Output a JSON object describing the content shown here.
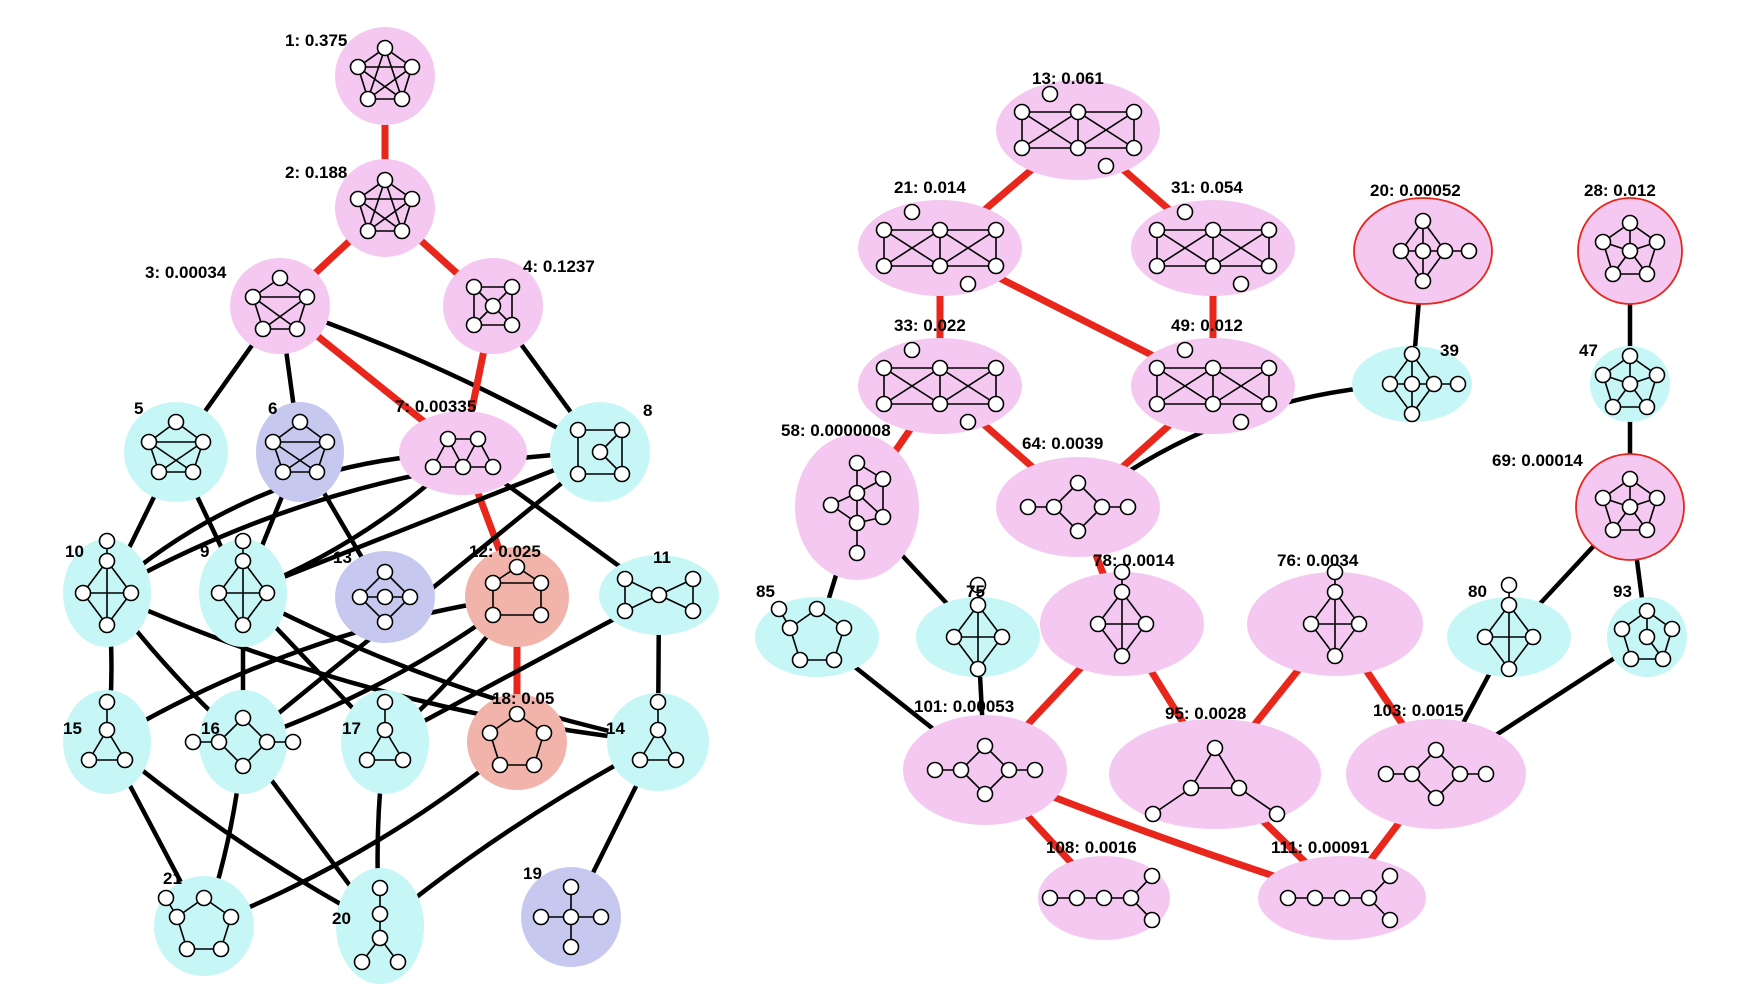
{
  "colors": {
    "pink": "#f4c8f0",
    "cyan": "#c6f6f6",
    "blue": "#c6c8f0",
    "salmon": "#f2b4aa",
    "red_edge": "#e8261b",
    "black_edge": "#000000",
    "red_outline": "#e8261b"
  },
  "left_graph": {
    "nodes": [
      {
        "id": "L1",
        "label": "1: 0.375",
        "fill": "pink",
        "icon": "k5-graph-icon"
      },
      {
        "id": "L2",
        "label": "2: 0.188",
        "fill": "pink",
        "icon": "k5-graph-icon"
      },
      {
        "id": "L3",
        "label": "3: 0.00034",
        "fill": "pink",
        "icon": "pentagon-chords-icon"
      },
      {
        "id": "L4",
        "label": "4: 0.1237",
        "fill": "pink",
        "icon": "square-hub-icon"
      },
      {
        "id": "L5",
        "label": "5",
        "fill": "cyan",
        "icon": "house-x-icon"
      },
      {
        "id": "L6",
        "label": "6",
        "fill": "blue",
        "icon": "house-x-icon"
      },
      {
        "id": "L7",
        "label": "7: 0.00335",
        "fill": "pink",
        "icon": "triangle-pair-icon"
      },
      {
        "id": "L8",
        "label": "8",
        "fill": "cyan",
        "icon": "square-diag-icon"
      },
      {
        "id": "L9",
        "label": "9",
        "fill": "cyan",
        "icon": "diamond-split-icon"
      },
      {
        "id": "L10",
        "label": "10",
        "fill": "cyan",
        "icon": "diamond-split-icon"
      },
      {
        "id": "L11",
        "label": "11",
        "fill": "cyan",
        "icon": "bowtie-icon"
      },
      {
        "id": "L12",
        "label": "12: 0.025",
        "fill": "salmon",
        "icon": "pentagon-chord-icon"
      },
      {
        "id": "L13",
        "label": "13",
        "fill": "blue",
        "icon": "diamond-center-icon"
      },
      {
        "id": "L14",
        "label": "14",
        "fill": "cyan",
        "icon": "triangle-tail-icon"
      },
      {
        "id": "L15",
        "label": "15",
        "fill": "cyan",
        "icon": "triangle-tail-icon"
      },
      {
        "id": "L16",
        "label": "16",
        "fill": "cyan",
        "icon": "diamond-tail-icon"
      },
      {
        "id": "L17",
        "label": "17",
        "fill": "cyan",
        "icon": "triangle-tail-icon"
      },
      {
        "id": "L18",
        "label": "18: 0.05",
        "fill": "salmon",
        "icon": "pentagon-icon"
      },
      {
        "id": "L19",
        "label": "19",
        "fill": "blue",
        "icon": "star-tree-icon"
      },
      {
        "id": "L20",
        "label": "20",
        "fill": "cyan",
        "icon": "tree-icon"
      },
      {
        "id": "L21",
        "label": "21",
        "fill": "cyan",
        "icon": "pentagon-tail-icon"
      }
    ],
    "edges": [
      [
        "L1",
        "L2",
        "red"
      ],
      [
        "L2",
        "L3",
        "red"
      ],
      [
        "L2",
        "L4",
        "red"
      ],
      [
        "L3",
        "L5",
        "black"
      ],
      [
        "L3",
        "L6",
        "black"
      ],
      [
        "L3",
        "L7",
        "red"
      ],
      [
        "L3",
        "L8",
        "black"
      ],
      [
        "L4",
        "L7",
        "red"
      ],
      [
        "L4",
        "L8",
        "black"
      ],
      [
        "L5",
        "L10",
        "black"
      ],
      [
        "L5",
        "L9",
        "black"
      ],
      [
        "L6",
        "L9",
        "black"
      ],
      [
        "L6",
        "L13",
        "black"
      ],
      [
        "L7",
        "L10",
        "black"
      ],
      [
        "L7",
        "L9",
        "black"
      ],
      [
        "L7",
        "L11",
        "black"
      ],
      [
        "L7",
        "L12",
        "red"
      ],
      [
        "L8",
        "L10",
        "black"
      ],
      [
        "L8",
        "L9",
        "black"
      ],
      [
        "L8",
        "L16",
        "black"
      ],
      [
        "L10",
        "L15",
        "black"
      ],
      [
        "L10",
        "L16",
        "black"
      ],
      [
        "L10",
        "L14",
        "black"
      ],
      [
        "L9",
        "L16",
        "black"
      ],
      [
        "L9",
        "L17",
        "black"
      ],
      [
        "L9",
        "L14",
        "black"
      ],
      [
        "L12",
        "L18",
        "red"
      ],
      [
        "L12",
        "L15",
        "black"
      ],
      [
        "L12",
        "L16",
        "black"
      ],
      [
        "L12",
        "L17",
        "black"
      ],
      [
        "L11",
        "L14",
        "black"
      ],
      [
        "L11",
        "L17",
        "black"
      ],
      [
        "L15",
        "L21",
        "black"
      ],
      [
        "L15",
        "L20",
        "black"
      ],
      [
        "L16",
        "L21",
        "black"
      ],
      [
        "L16",
        "L20",
        "black"
      ],
      [
        "L17",
        "L20",
        "black"
      ],
      [
        "L18",
        "L21",
        "black"
      ],
      [
        "L14",
        "L20",
        "black"
      ],
      [
        "L14",
        "L19",
        "black"
      ]
    ]
  },
  "right_graph": {
    "nodes": [
      {
        "id": "R13",
        "label": "13: 0.061",
        "fill": "pink",
        "icon": "ladder-x-icon"
      },
      {
        "id": "R21",
        "label": "21: 0.014",
        "fill": "pink",
        "icon": "ladder-x-icon"
      },
      {
        "id": "R31",
        "label": "31: 0.054",
        "fill": "pink",
        "icon": "ladder-x-icon"
      },
      {
        "id": "R20",
        "label": "20: 0.00052",
        "fill": "pink",
        "outline": "red",
        "icon": "wheel-tail-icon"
      },
      {
        "id": "R28",
        "label": "28: 0.012",
        "fill": "pink",
        "outline": "red",
        "icon": "wheel-icon"
      },
      {
        "id": "R33",
        "label": "33: 0.022",
        "fill": "pink",
        "icon": "ladder-x-icon"
      },
      {
        "id": "R49",
        "label": "49: 0.012",
        "fill": "pink",
        "icon": "ladder-x-icon"
      },
      {
        "id": "R39",
        "label": "39",
        "fill": "cyan",
        "icon": "wheel-tail-icon"
      },
      {
        "id": "R47",
        "label": "47",
        "fill": "cyan",
        "icon": "wheel-icon"
      },
      {
        "id": "R58",
        "label": "58: 0.0000008",
        "fill": "pink",
        "icon": "fan-icon"
      },
      {
        "id": "R64",
        "label": "64: 0.0039",
        "fill": "pink",
        "icon": "diamond-tail-icon"
      },
      {
        "id": "R69",
        "label": "69: 0.00014",
        "fill": "pink",
        "outline": "red",
        "icon": "wheel-icon"
      },
      {
        "id": "R85",
        "label": "85",
        "fill": "cyan",
        "icon": "pentagon-tail-icon"
      },
      {
        "id": "R75",
        "label": "75",
        "fill": "cyan",
        "icon": "diamond-split-icon"
      },
      {
        "id": "R78",
        "label": "78: 0.0014",
        "fill": "pink",
        "icon": "diamond-split-icon"
      },
      {
        "id": "R76",
        "label": "76: 0.0034",
        "fill": "pink",
        "icon": "diamond-split-icon"
      },
      {
        "id": "R80",
        "label": "80",
        "fill": "cyan",
        "icon": "diamond-split-icon"
      },
      {
        "id": "R93",
        "label": "93",
        "fill": "cyan",
        "icon": "pentagon-hub-icon"
      },
      {
        "id": "R101",
        "label": "101: 0.00053",
        "fill": "pink",
        "icon": "diamond-tail-icon"
      },
      {
        "id": "R95",
        "label": "95: 0.0028",
        "fill": "pink",
        "icon": "triangle-spokes-icon"
      },
      {
        "id": "R103",
        "label": "103: 0.0015",
        "fill": "pink",
        "icon": "diamond-tail-icon"
      },
      {
        "id": "R108",
        "label": "108: 0.0016",
        "fill": "pink",
        "icon": "path-fork-icon"
      },
      {
        "id": "R111",
        "label": "111: 0.00091",
        "fill": "pink",
        "icon": "path-fork-icon"
      }
    ],
    "edges": [
      [
        "R13",
        "R21",
        "red"
      ],
      [
        "R13",
        "R31",
        "red"
      ],
      [
        "R21",
        "R33",
        "red"
      ],
      [
        "R21",
        "R49",
        "red"
      ],
      [
        "R31",
        "R49",
        "red"
      ],
      [
        "R20",
        "R39",
        "black"
      ],
      [
        "R28",
        "R47",
        "black"
      ],
      [
        "R47",
        "R69",
        "black"
      ],
      [
        "R33",
        "R58",
        "red"
      ],
      [
        "R33",
        "R64",
        "red"
      ],
      [
        "R49",
        "R64",
        "red"
      ],
      [
        "R39",
        "R64",
        "black"
      ],
      [
        "R58",
        "R85",
        "black"
      ],
      [
        "R58",
        "R75",
        "black"
      ],
      [
        "R64",
        "R78",
        "red"
      ],
      [
        "R69",
        "R80",
        "black"
      ],
      [
        "R69",
        "R93",
        "black"
      ],
      [
        "R85",
        "R101",
        "black"
      ],
      [
        "R75",
        "R101",
        "black"
      ],
      [
        "R78",
        "R101",
        "red"
      ],
      [
        "R78",
        "R95",
        "red"
      ],
      [
        "R76",
        "R95",
        "red"
      ],
      [
        "R76",
        "R103",
        "red"
      ],
      [
        "R80",
        "R103",
        "black"
      ],
      [
        "R93",
        "R103",
        "black"
      ],
      [
        "R101",
        "R108",
        "red"
      ],
      [
        "R101",
        "R111",
        "red"
      ],
      [
        "R95",
        "R111",
        "red"
      ],
      [
        "R103",
        "R111",
        "red"
      ]
    ]
  }
}
